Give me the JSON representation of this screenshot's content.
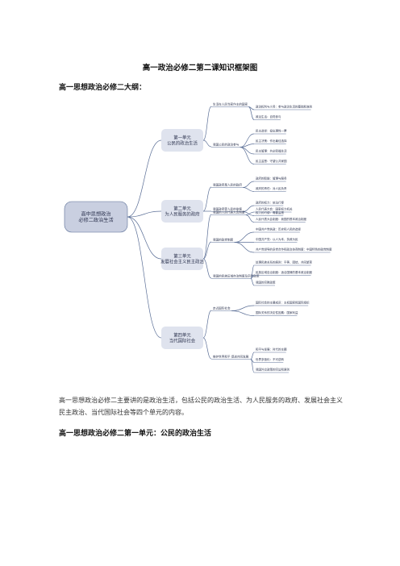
{
  "title": "高一政治必修二第二课知识框架图",
  "subheading": "高一思想政治必修二大纲：",
  "mindmap": {
    "root": "高中思想政治\n必修二政治生活",
    "units": [
      {
        "title": "第一单元\n公民的政治生活",
        "branches": [
          {
            "label": "生活在人民当家作主的国家",
            "leaves": [
              "政治权利与义务：参与政治生活的基础和准则",
              "政治生活：自觉参与"
            ]
          },
          {
            "label": "我国公民的政治参与",
            "leaves": [
              "民主选举：投出理性一票",
              "民主决策：作出最佳选择",
              "民主管理：共创幸福生活",
              "民主监督：守望公共家园"
            ]
          }
        ]
      },
      {
        "title": "第二单元\n为人民服务的政府",
        "branches": [
          {
            "label": "我国政府是人民的政府",
            "leaves": [
              "政府的职能：管理与服务",
              "政府的责任：对人民负责"
            ]
          },
          {
            "label": "我国政府受人民的监督",
            "leaves": [
              "政府的权力：依法行使",
              "权力的行使：需要监督"
            ]
          }
        ]
      },
      {
        "title": "第三单元\n发展社会主义民主政治",
        "branches": [
          {
            "label": "我国的人民代表大会制度",
            "leaves": [
              "人民代表大会：国家权力机关",
              "人民代表大会制度：我国的根本政治制度"
            ]
          },
          {
            "label": "我国的政党制度",
            "leaves": [
              "中国共产党执政：历史和人民的选择",
              "中国共产党：以人为本，执政为民",
              "共产党领导的多党合作和政治协商制度：中国特色的政党制度"
            ]
          },
          {
            "label": "我国的民族区域自治制度及宗教政策",
            "leaves": [
              "处理民族关系的原则：平等、团结、共同繁荣",
              "民族区域自治制度：适合国情的基本政治制度",
              "我国的宗教政策"
            ]
          }
        ]
      },
      {
        "title": "第四单元\n当代国际社会",
        "branches": [
          {
            "label": "走近国际社会",
            "leaves": [
              "国际社会的主要成员：主权国家和国际组织",
              "国际关系的决定性因素：国家利益"
            ]
          },
          {
            "label": "维护世界和平  促进共同发展",
            "leaves": [
              "和平与发展：时代的主题",
              "世界多极化：不可逆转",
              "我国外交政策的宗旨和原则"
            ]
          }
        ]
      }
    ]
  },
  "paragraph": "高一思想政治必修二主要讲的是政治生活，包括公民的政治生活、为人民服务的政府、发展社会主义民主政治、当代国际社会等四个单元的内容。",
  "subheading2": "高一思想政治必修二第一单元：公民的政治生活",
  "colors": {
    "node_fill": "#dfe3ee",
    "root_fill": "#c9cfe0",
    "line": "#5a6e96",
    "text": "#2e3550"
  }
}
